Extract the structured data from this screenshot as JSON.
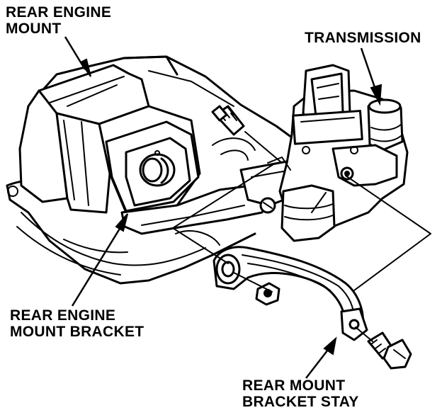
{
  "labels": {
    "rear_engine_mount": [
      "REAR ENGINE",
      "MOUNT"
    ],
    "transmission": [
      "TRANSMISSION"
    ],
    "rear_engine_mount_bracket": [
      "REAR ENGINE",
      "MOUNT BRACKET"
    ],
    "rear_mount_bracket_stay": [
      "REAR MOUNT",
      "BRACKET STAY"
    ]
  }
}
